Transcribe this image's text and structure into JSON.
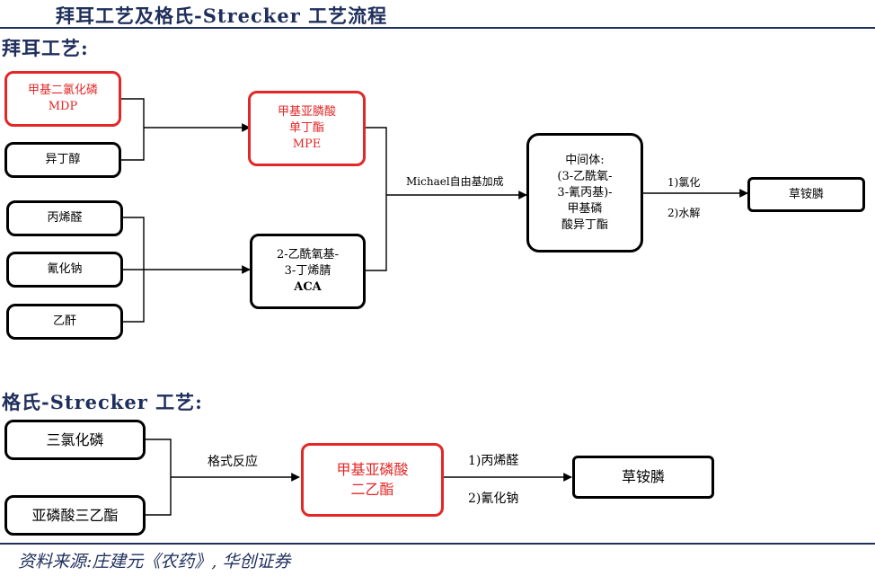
{
  "header": {
    "title": "拜耳工艺及格氏-Strecker 工艺流程"
  },
  "bayer": {
    "title": "拜耳工艺:",
    "nodes": {
      "mdp": "甲基二氯化磷\nMDP",
      "isobutanol": "异丁醇",
      "mpe": "甲基亚膦酸\n单丁酯\nMPE",
      "acrolein": "丙烯醛",
      "nacn": "氰化钠",
      "acetic_anhydride": "乙酐",
      "aca_name": "2-乙酰氧基-\n3-丁烯腈",
      "aca_abbr": "ACA",
      "intermediate": "中间体:\n(3-乙酰氧-\n3-氰丙基)-\n甲基磷\n酸异丁酯",
      "product": "草铵膦"
    },
    "edges": {
      "michael": "Michael自由基加成",
      "step1": "1)氯化",
      "step2": "2)水解"
    }
  },
  "grignard": {
    "title": "格氏-Strecker 工艺:",
    "nodes": {
      "pcl3": "三氯化磷",
      "triethyl_phosphite": "亚磷酸三乙酯",
      "diethyl_ester": "甲基亚磷酸\n二乙酯",
      "product": "草铵膦"
    },
    "edges": {
      "grignard_rxn": "格式反应",
      "step1": "1)丙烯醛",
      "step2": "2)氰化钠"
    }
  },
  "footer": {
    "source": "资料来源:庄建元《农药》, 华创证券"
  },
  "colors": {
    "navy": "#1f2f5c",
    "red": "#e32626",
    "black": "#000000"
  }
}
